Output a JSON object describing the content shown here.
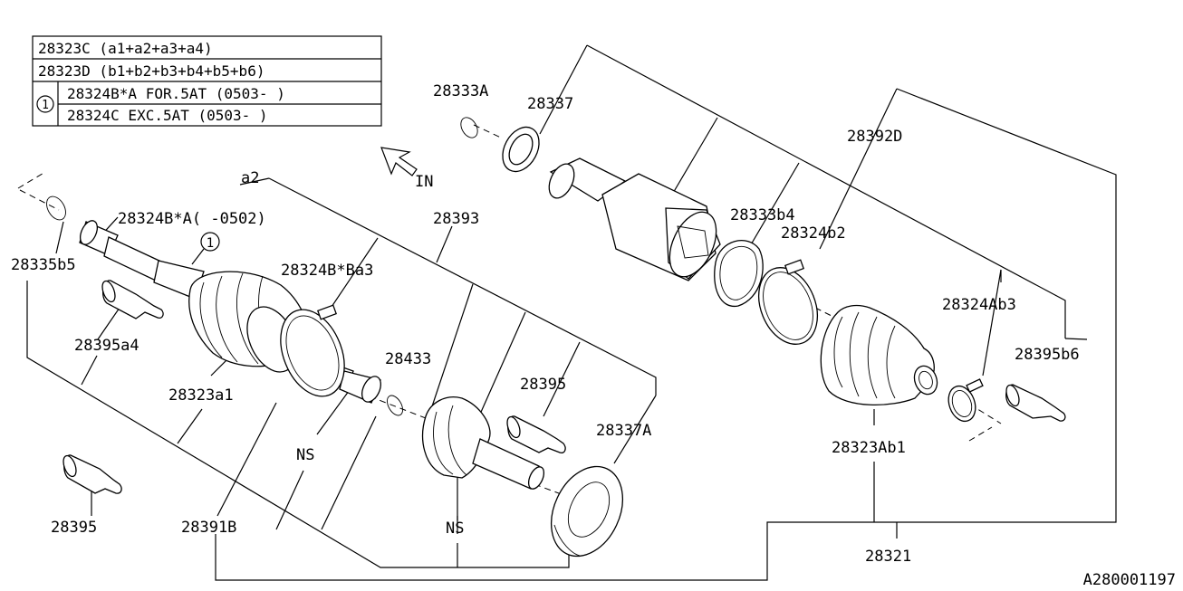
{
  "legend_table": {
    "row1": "28323C (a1+a2+a3+a4)",
    "row2": "28323D (b1+b2+b3+b4+b5+b6)",
    "marker": "1",
    "row3": "28324B*A FOR.5AT (0503-  )",
    "row4": "28324C    EXC.5AT (0503-  )"
  },
  "direction_label": "IN",
  "parts": {
    "p28333A": "28333A",
    "p28337": "28337",
    "p28392D": "28392D",
    "p28333b4": "28333b4",
    "p28324b2": "28324b2",
    "p28324Ab3": "28324Ab3",
    "p28395b6": "28395b6",
    "p28323Ab1": "28323Ab1",
    "p28321": "28321",
    "p28393": "28393",
    "a2": "a2",
    "p28324BA": "28324B*A(   -0502)",
    "marker1": "1",
    "p28335b5": "28335b5",
    "p28324BBa3": "28324B*Ba3",
    "p28395a4": "28395a4",
    "p28433": "28433",
    "p28395_mid": "28395",
    "p28337A": "28337A",
    "p28323a1": "28323a1",
    "ns1": "NS",
    "ns2": "NS",
    "p28395_left": "28395",
    "p28391B": "28391B"
  },
  "diagram_id": "A280001197"
}
